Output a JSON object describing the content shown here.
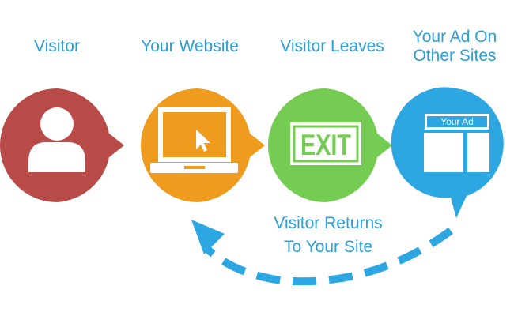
{
  "steps": [
    {
      "label": "Visitor",
      "color": "#b84a48",
      "icon": "person-icon"
    },
    {
      "label": "Your Website",
      "color": "#ef9b1d",
      "icon": "laptop-cursor-icon"
    },
    {
      "label": "Visitor Leaves",
      "color": "#74cc52",
      "icon": "exit-sign-icon"
    },
    {
      "label": "Your Ad On\nOther Sites",
      "color": "#2ca7e2",
      "icon": "webpage-ad-icon"
    }
  ],
  "exit_sign_text": "EXIT",
  "ad_box_text": "Your Ad",
  "return_label": "Visitor Returns\nTo Your Site",
  "arrow_color": "#2ca7e2",
  "label_color": "#2aa0d6"
}
